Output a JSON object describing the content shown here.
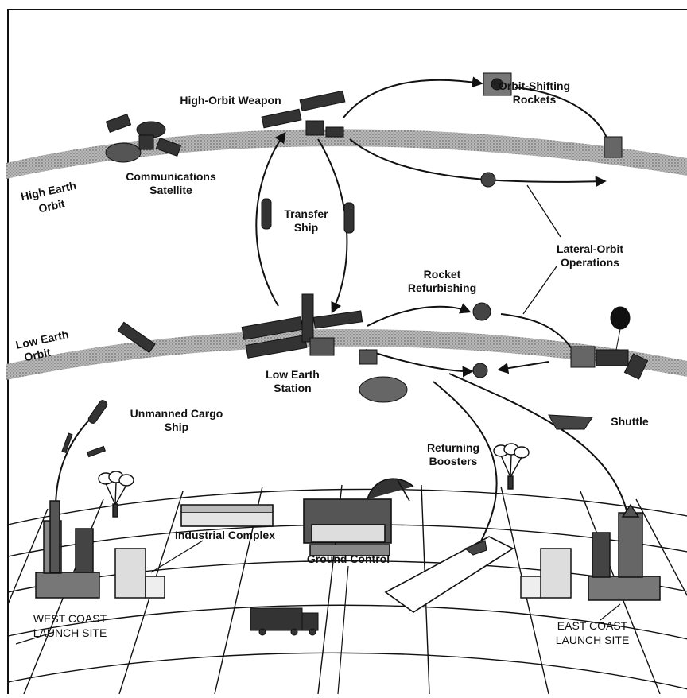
{
  "labels": {
    "orbit_shifting_rockets_1": "Orbit-Shifting",
    "orbit_shifting_rockets_2": "Rockets",
    "high_orbit_weapon": "High-Orbit Weapon",
    "high_earth_orbit_1": "High Earth",
    "high_earth_orbit_2": "Orbit",
    "communications_satellite_1": "Communications",
    "communications_satellite_2": "Satellite",
    "transfer_ship_1": "Transfer",
    "transfer_ship_2": "Ship",
    "lateral_orbit_1": "Lateral-Orbit",
    "lateral_orbit_2": "Operations",
    "rocket_refurbishing_1": "Rocket",
    "rocket_refurbishing_2": "Refurbishing",
    "low_earth_orbit_1": "Low Earth",
    "low_earth_orbit_2": "Orbit",
    "low_earth_station_1": "Low Earth",
    "low_earth_station_2": "Station",
    "unmanned_cargo_1": "Unmanned Cargo",
    "unmanned_cargo_2": "Ship",
    "shuttle": "Shuttle",
    "returning_boosters_1": "Returning",
    "returning_boosters_2": "Boosters",
    "industrial_complex": "Industrial Complex",
    "ground_control": "Ground Control",
    "west_coast_1": "WEST COAST",
    "west_coast_2": "LAUNCH SITE",
    "east_coast_1": "EAST COAST",
    "east_coast_2": "LAUNCH SITE"
  },
  "colors": {
    "ink": "#111111",
    "orbit_band": "#9a9a9a",
    "background": "#ffffff"
  }
}
